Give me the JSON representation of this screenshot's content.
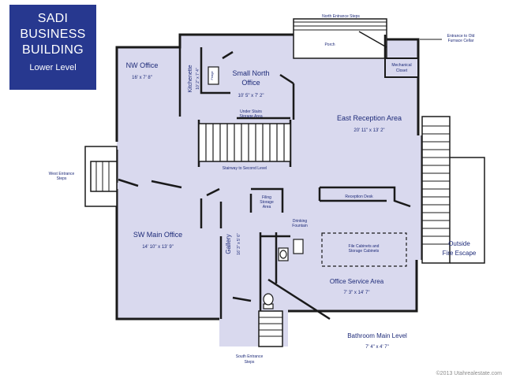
{
  "title": {
    "line1": "SADI",
    "line2": "BUSINESS",
    "line3": "BUILDING",
    "subtitle": "Lower Level"
  },
  "rooms": {
    "nw_office": {
      "name": "NW Office",
      "size": "16' x 7' 8\""
    },
    "kitchenette": {
      "name": "Kitchenette",
      "size": "10' 2\" x 7' 4\""
    },
    "small_north_office": {
      "name_line1": "Small North",
      "name_line2": "Office",
      "size": "10' 5\" x 7' 2\""
    },
    "east_reception": {
      "name": "East Reception Area",
      "size": "20' 11\" x 13' 2\""
    },
    "sw_main_office": {
      "name": "SW Main Office",
      "size": "14' 10\" x 13' 9\""
    },
    "gallery": {
      "name": "Gallery",
      "size": "16' 3\" x 5' 6\""
    },
    "office_service": {
      "name": "Office Service Area",
      "size": "7' 3\" x 14' 7\""
    },
    "bathroom": {
      "name": "Bathroom Main Level",
      "size": "7' 4\" x 4' 7\""
    }
  },
  "labels": {
    "north_entrance_steps": "North Entrance Steps",
    "porch": "Porch",
    "mechanical_closet_line1": "Mechanical",
    "mechanical_closet_line2": "Closet",
    "entrance_cellar_line1": "Entrance to Old",
    "entrance_cellar_line2": "Furnace Cellar",
    "under_stairs_line1": "Under Stairs",
    "under_stairs_line2": "Storage Area",
    "stairway": "Stairway to Second Level",
    "west_entrance_line1": "West Entrance",
    "west_entrance_line2": "Steps",
    "filing_line1": "Filing",
    "filing_line2": "Storage",
    "filing_line3": "Area",
    "reception_desk": "Reception Desk",
    "drinking_line1": "Drinking",
    "drinking_line2": "Fountain",
    "file_cabinets_line1": "File Cabinets and",
    "file_cabinets_line2": "Storage Cabinets",
    "outside_fire_line1": "Outside",
    "outside_fire_line2": "Fire Escape",
    "south_entrance_line1": "South Entrance",
    "south_entrance_line2": "Steps",
    "fridge": "Fridge"
  },
  "copyright": "©2013 Utahrealestate.com",
  "colors": {
    "floor": "#d9d9ee",
    "wall": "#1a1a1a",
    "text": "#1d2a78",
    "title_bg": "#27388f"
  }
}
